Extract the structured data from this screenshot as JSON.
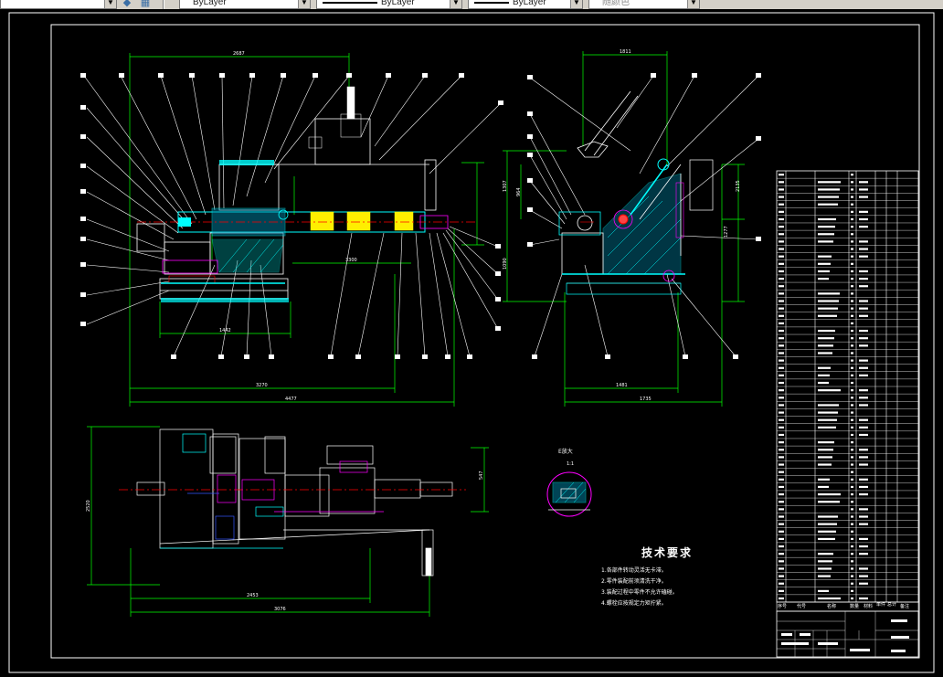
{
  "toolbar": {
    "layer_dropdown": {
      "value": "ByLayer"
    },
    "linetype_dropdown": {
      "value": "ByLayer"
    },
    "lineweight_dropdown": {
      "value": "ByLayer"
    },
    "color_dropdown": {
      "value": "随颜色"
    }
  },
  "drawing": {
    "dimensions": {
      "front_top": "2687",
      "front_bottom_inner": "3270",
      "front_bottom_outer": "4477",
      "front_inner_mid": "3300",
      "front_lower": "1442",
      "side_top": "1811",
      "side_bottom_inner": "1481",
      "side_bottom_outer": "1735",
      "side_right_1": "2135",
      "side_right_2": "1277",
      "side_left_1": "1307",
      "side_left_2": "964",
      "side_left_3": "1090",
      "plan_left": "2520",
      "plan_bottom_inner": "2453",
      "plan_bottom_outer": "3076",
      "plan_right": "547"
    },
    "detail_label": "E放大",
    "detail_scale": "1:1",
    "tech_requirements": {
      "title": "技术要求",
      "items": [
        "1.各部件转动灵活无卡滞。",
        "2.零件装配前须清洗干净。",
        "3.装配过程中零件不允许磕碰。",
        "4.螺栓应按规定力矩拧紧。"
      ]
    },
    "title_block": {
      "header": [
        "序号",
        "代号",
        "名称",
        "数量",
        "材料",
        "单件",
        "总计",
        "备注"
      ]
    }
  },
  "colors": {
    "background": "#000000",
    "frame": "#ffffff",
    "dimension": "#00ff00",
    "cyan": "#00ffff",
    "yellow": "#ffff00",
    "magenta": "#ff00ff",
    "red": "#ff0000",
    "blue": "#3355ff"
  }
}
